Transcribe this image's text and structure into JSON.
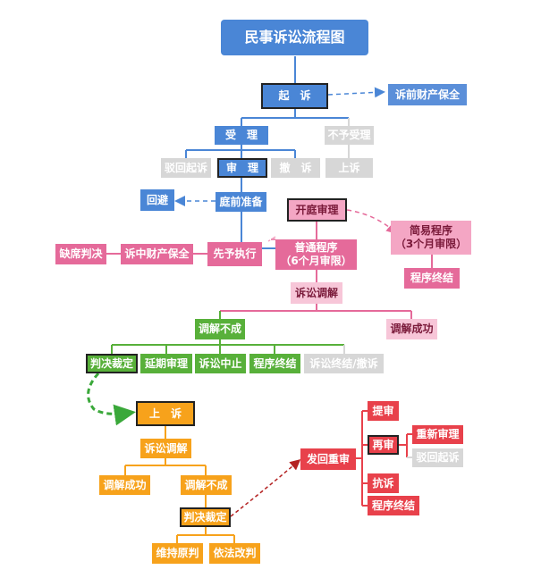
{
  "title": "民事诉讼流程图",
  "nodes": {
    "qisu": "起　诉",
    "suqian_baoquan": "诉前财产保全",
    "shouli": "受　理",
    "buyu_shouli": "不予受理",
    "bohui_qisu_1": "驳回起诉",
    "shenli": "审　理",
    "chesu": "撤　诉",
    "shangsu_1": "上诉",
    "huibi": "回避",
    "tingqian_zhunbei": "庭前准备",
    "kaiting_shenli": "开庭审理",
    "jianyi_chengxu": "简易程序\n（3个月审限）",
    "chengxu_zhongjie_1": "程序终结",
    "quexi_panjue": "缺席判决",
    "suzhong_baoquan": "诉中财产保全",
    "xianyu_zhixing": "先予执行",
    "putong_chengxu": "普通程序\n（6个月审限）",
    "susong_tiaojie_1": "诉讼调解",
    "tiaojie_bucheng_1": "调解不成",
    "tiaojie_chenggong_1": "调解成功",
    "panjue_caiding_1": "判决裁定",
    "yanqi_shenli": "延期审理",
    "susong_zhongzhi": "诉讼中止",
    "chengxu_zhongjie_2": "程序终结",
    "susong_zhongjie_chesu": "诉讼终结/撤诉",
    "shangsu_2": "上　诉",
    "susong_tiaojie_2": "诉讼调解",
    "tiaojie_chenggong_2": "调解成功",
    "tiaojie_bucheng_2": "调解不成",
    "panjue_caiding_2": "判决裁定",
    "weichi_yuanpan": "维持原判",
    "yifa_gaipan": "依法改判",
    "fahui_chongshen": "发回重审",
    "tishen": "提审",
    "zaishen": "再审",
    "chongxin_shenli": "重新审理",
    "bohui_qisu_2": "驳回起诉",
    "kangsu": "抗诉",
    "chengxu_zhongjie_3": "程序终结"
  },
  "colors": {
    "blue": "#4a86d6",
    "gray": "#d7d7d7",
    "pink": "#f4a6c4",
    "green": "#58b03a",
    "orange": "#f7a21b",
    "red": "#e8414b"
  }
}
